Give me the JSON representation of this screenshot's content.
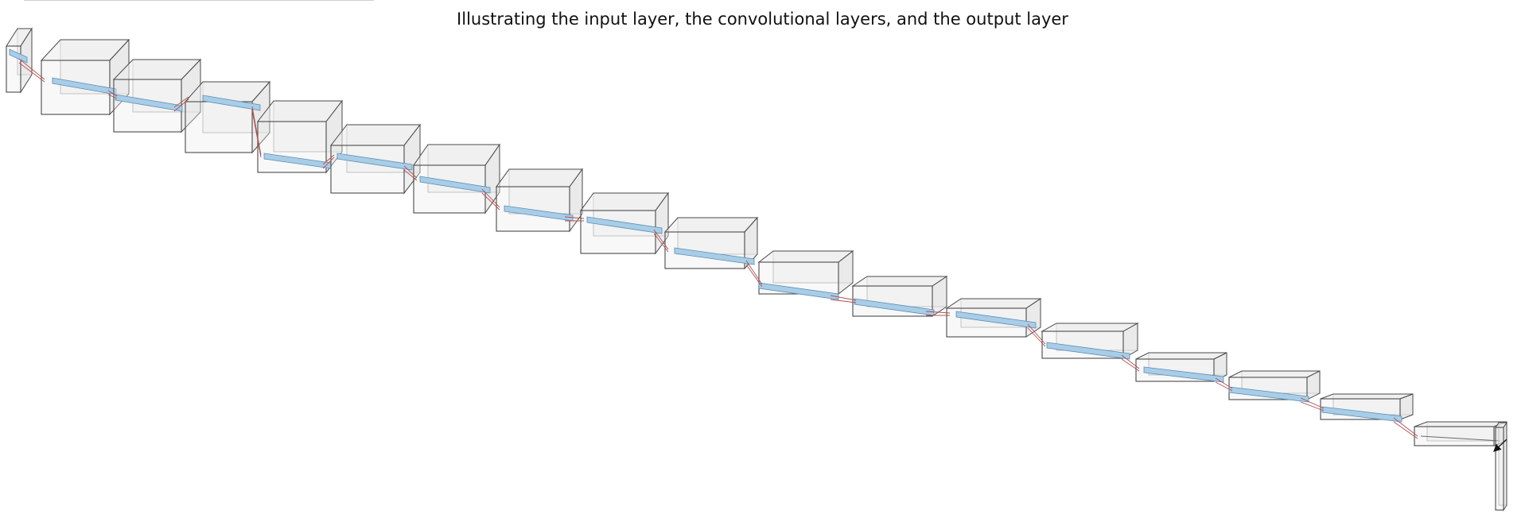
{
  "title": "Illustrating the input layer, the convolutional layers, and the output layer",
  "colors": {
    "box_stroke": "#4a4a4a",
    "box_fill": "#ececec",
    "kernel_fill": "#a9cde6",
    "kernel_stroke": "#5a8fb8",
    "connector": "#b05050",
    "arrow": "#111111"
  },
  "layers": [
    {
      "kind": "input-layer"
    },
    {
      "kind": "conv-layer",
      "index": 1
    },
    {
      "kind": "conv-layer",
      "index": 2
    },
    {
      "kind": "conv-layer",
      "index": 3
    },
    {
      "kind": "conv-layer",
      "index": 4
    },
    {
      "kind": "conv-layer",
      "index": 5
    },
    {
      "kind": "conv-layer",
      "index": 6
    },
    {
      "kind": "conv-layer",
      "index": 7
    },
    {
      "kind": "conv-layer",
      "index": 8
    },
    {
      "kind": "conv-layer",
      "index": 9
    },
    {
      "kind": "conv-layer",
      "index": 10
    },
    {
      "kind": "conv-layer",
      "index": 11
    },
    {
      "kind": "conv-layer",
      "index": 12
    },
    {
      "kind": "conv-layer",
      "index": 13
    },
    {
      "kind": "conv-layer",
      "index": 14
    },
    {
      "kind": "conv-layer",
      "index": 15
    },
    {
      "kind": "conv-layer",
      "index": 16
    },
    {
      "kind": "conv-layer",
      "index": 17
    },
    {
      "kind": "output-layer"
    }
  ]
}
